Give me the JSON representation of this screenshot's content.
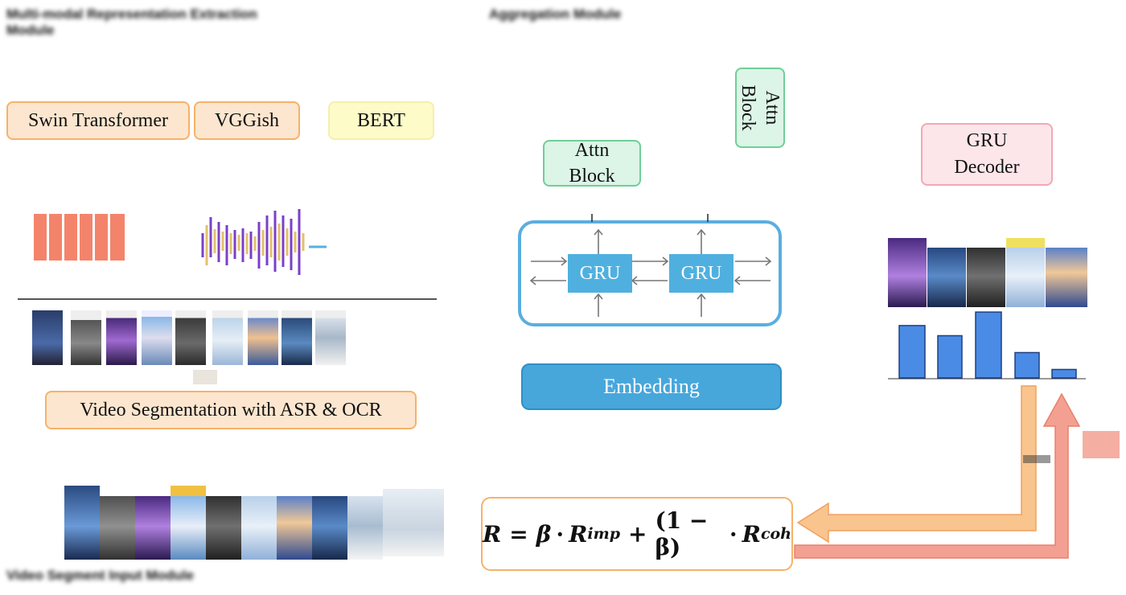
{
  "headers": {
    "top_left": "Multi-modal Representation Extraction Module",
    "top_center": "Aggregation Module",
    "bottom_left": "Video Segment Input Module"
  },
  "boxes": {
    "swin": "Swin Transformer",
    "vggish": "VGGish",
    "bert": "BERT",
    "video_segmentation": "Video Segmentation with ASR & OCR",
    "attn_block": "Attn Block",
    "attn_block_rotated": "Attn Block",
    "gru_decoder": "GRU Decoder",
    "gru_left": "GRU",
    "gru_right": "GRU",
    "embedding": "Embedding"
  },
  "formula": {
    "lhs": "R",
    "eq": "=",
    "beta": "β",
    "dot": "·",
    "r_imp_base": "R",
    "r_imp_sub": "imp",
    "plus": "+",
    "one_minus_beta": "(1 − β)",
    "r_coh_base": "R",
    "r_coh_sub": "coh"
  },
  "importance_bars": [
    0.62,
    0.5,
    0.78,
    0.3,
    0.1
  ],
  "colors": {
    "bar": "#4a8be6",
    "orange_arrow": "#f9c48d",
    "pink_arrow": "#f3a092",
    "gru_cell": "#4fb0e0",
    "frame_blue": "#5aaee0"
  }
}
